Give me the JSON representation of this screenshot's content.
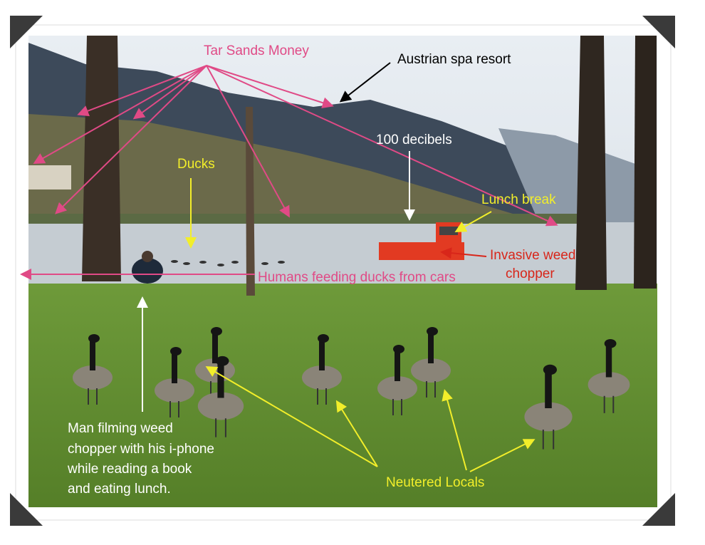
{
  "annotations": {
    "tar_sands": "Tar Sands Money",
    "spa": "Austrian spa resort",
    "decibels": "100 decibels",
    "ducks": "Ducks",
    "lunch": "Lunch break",
    "weed_line1": "Invasive weed",
    "weed_line2": "chopper",
    "humans": "Humans feeding ducks from cars",
    "man_lines": [
      "Man filming weed",
      "chopper with his i-phone",
      "while reading a book",
      "and eating lunch."
    ],
    "locals": "Neutered Locals"
  },
  "colors": {
    "pink": "#e04a86",
    "yellow": "#f2ee2a",
    "red": "#d8261a",
    "white": "#ffffff",
    "black": "#000000",
    "grass": "#5f8a2e",
    "water": "#c5ccd2",
    "boat": "#e23a22"
  }
}
